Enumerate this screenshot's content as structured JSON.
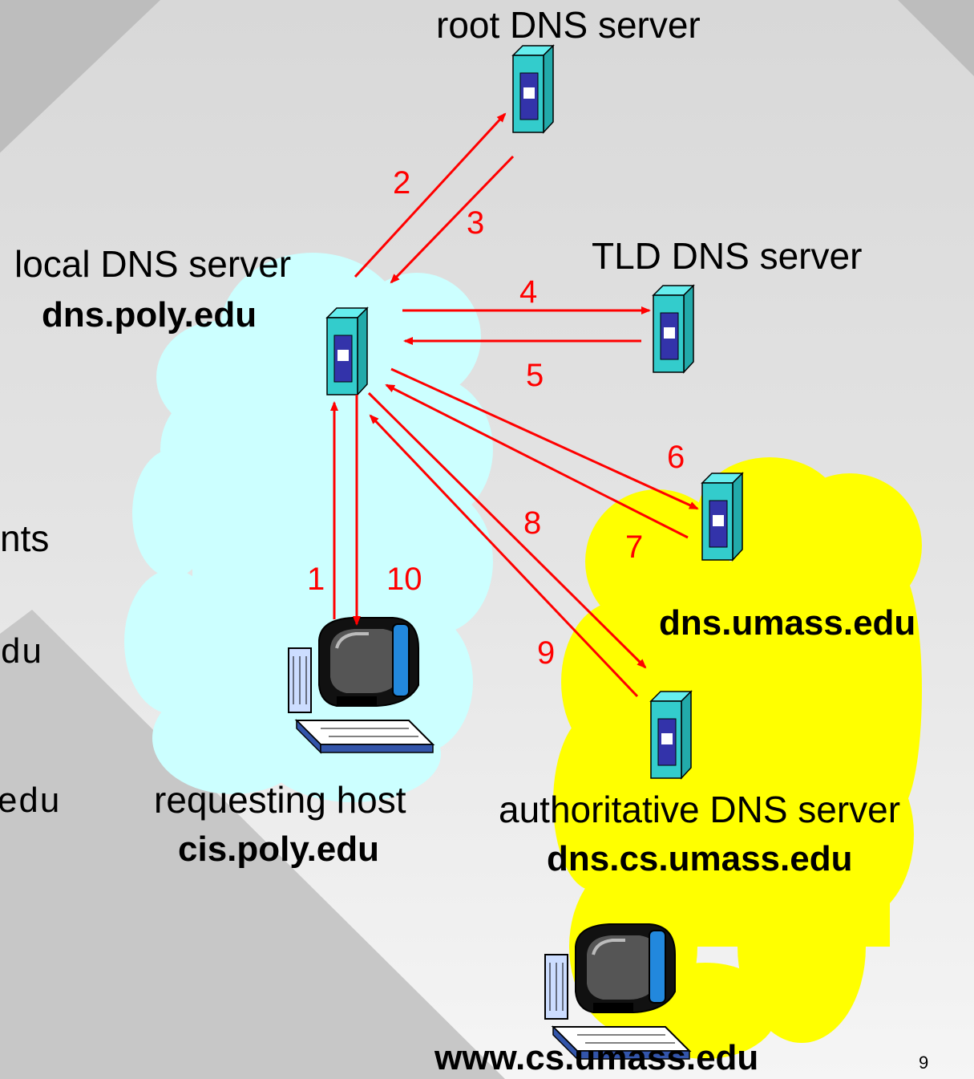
{
  "nodes": {
    "root": {
      "title": "root DNS server"
    },
    "local": {
      "title": "local DNS server",
      "host": "dns.poly.edu"
    },
    "tld": {
      "title": "TLD DNS server"
    },
    "umass": {
      "host": "dns.umass.edu"
    },
    "auth": {
      "title": "authoritative DNS server",
      "host": "dns.cs.umass.edu"
    },
    "requester": {
      "title": "requesting host",
      "host": "cis.poly.edu"
    },
    "target": {
      "host": "www.cs.umass.edu"
    }
  },
  "steps": [
    "1",
    "2",
    "3",
    "4",
    "5",
    "6",
    "7",
    "8",
    "9",
    "10"
  ],
  "left_fragments": {
    "line1": "nts",
    "line2": "du",
    "line3": "edu"
  },
  "page_number": "9",
  "colors": {
    "arrow": "#ff0000",
    "server_face": "#33cccc",
    "server_panel": "#3333aa",
    "cloud_local": "#ccffff",
    "cloud_remote": "#ffff00",
    "background": "#bdbdbd"
  },
  "icons": {
    "server": "server-tower-icon",
    "computer": "desktop-computer-icon"
  }
}
